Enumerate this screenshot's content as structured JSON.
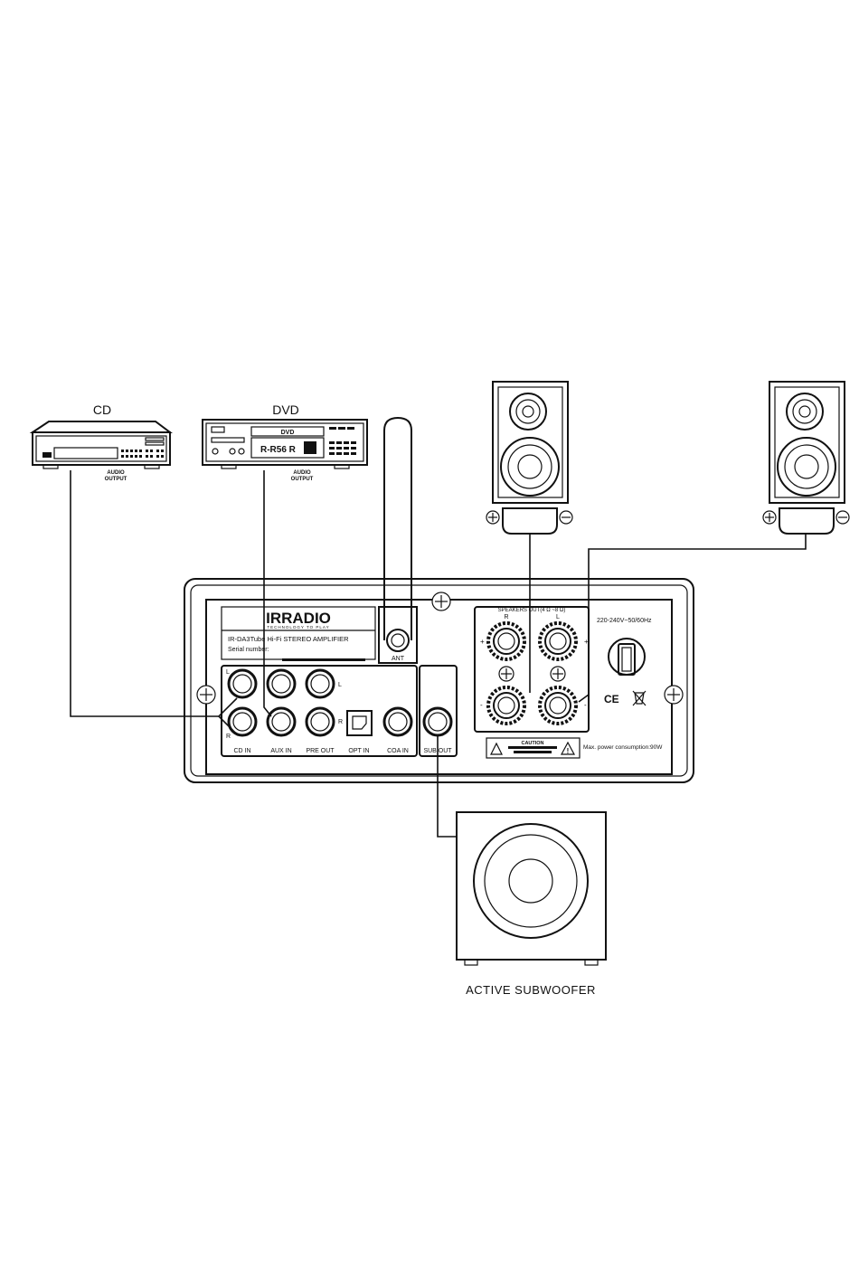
{
  "devices": {
    "cd": {
      "label": "CD",
      "output_label": [
        "AUDIO",
        "OUTPUT"
      ]
    },
    "dvd": {
      "label": "DVD",
      "output_label": [
        "AUDIO",
        "OUTPUT"
      ],
      "display_badge": "DVD",
      "model_text": "R-R56 R"
    },
    "subwoofer": {
      "label": "ACTIVE SUBWOOFER"
    }
  },
  "amplifier": {
    "brand_logo": "IRRADIO",
    "tagline": "TECHNOLOGY TO PLAY",
    "model_line": "IR-DA3Tube  Hi-Fi  STEREO AMPLIFIER",
    "serial_label": "Serial number:",
    "antenna_label": "ANT",
    "speakers_out_label": "SPEAKERS OUT(4 Ω ~8 Ω)",
    "channel_r": "R",
    "channel_l": "L",
    "row_l": "L",
    "row_r": "R",
    "voltage_label": "220-240V~50/60Hz",
    "power_label": "Max. power consumption:90W",
    "caution_label": "CAUTION",
    "ce_mark": "CE",
    "plus_sign": "+",
    "minus_sign": "-",
    "inputs": [
      "CD IN",
      "AUX IN",
      "PRE OUT",
      "OPT IN",
      "COA IN",
      "SUB OUT"
    ]
  }
}
